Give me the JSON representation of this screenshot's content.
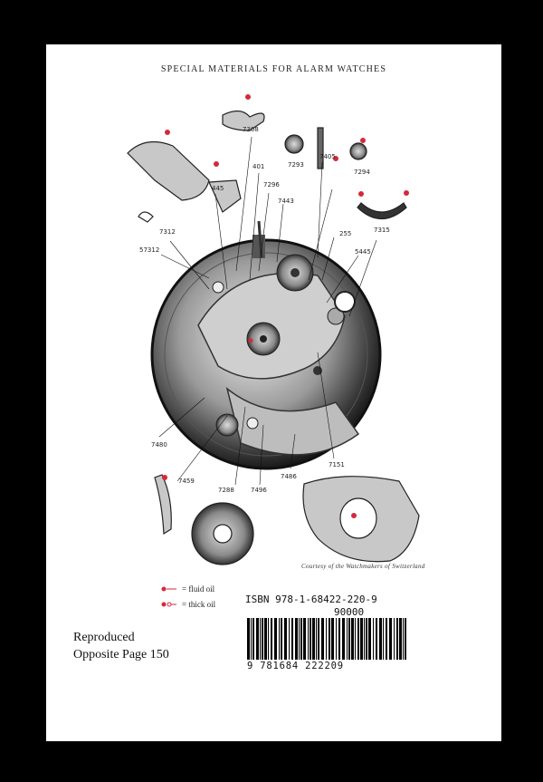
{
  "page": {
    "title": "SPECIAL MATERIALS FOR ALARM WATCHES",
    "credit": "Courtesy of the Watchmakers of Switzerland"
  },
  "diagram": {
    "part_numbers": [
      "7308",
      "401",
      "7296",
      "7443",
      "7293",
      "7405",
      "7294",
      "445",
      "7312",
      "57312",
      "255",
      "5445",
      "7315",
      "7480",
      "7459",
      "7288",
      "7496",
      "7486",
      "7151"
    ]
  },
  "legend": {
    "fluid_oil": "= fluid oil",
    "thick_oil": "= thick oil",
    "colors": {
      "oil_marker": "#d6283c"
    }
  },
  "caption": {
    "line1": "Reproduced",
    "line2": "Opposite Page 150"
  },
  "barcode": {
    "isbn": "ISBN 978-1-68422-220-9",
    "price_code": "90000",
    "ean_digits": "9 781684 222209"
  }
}
